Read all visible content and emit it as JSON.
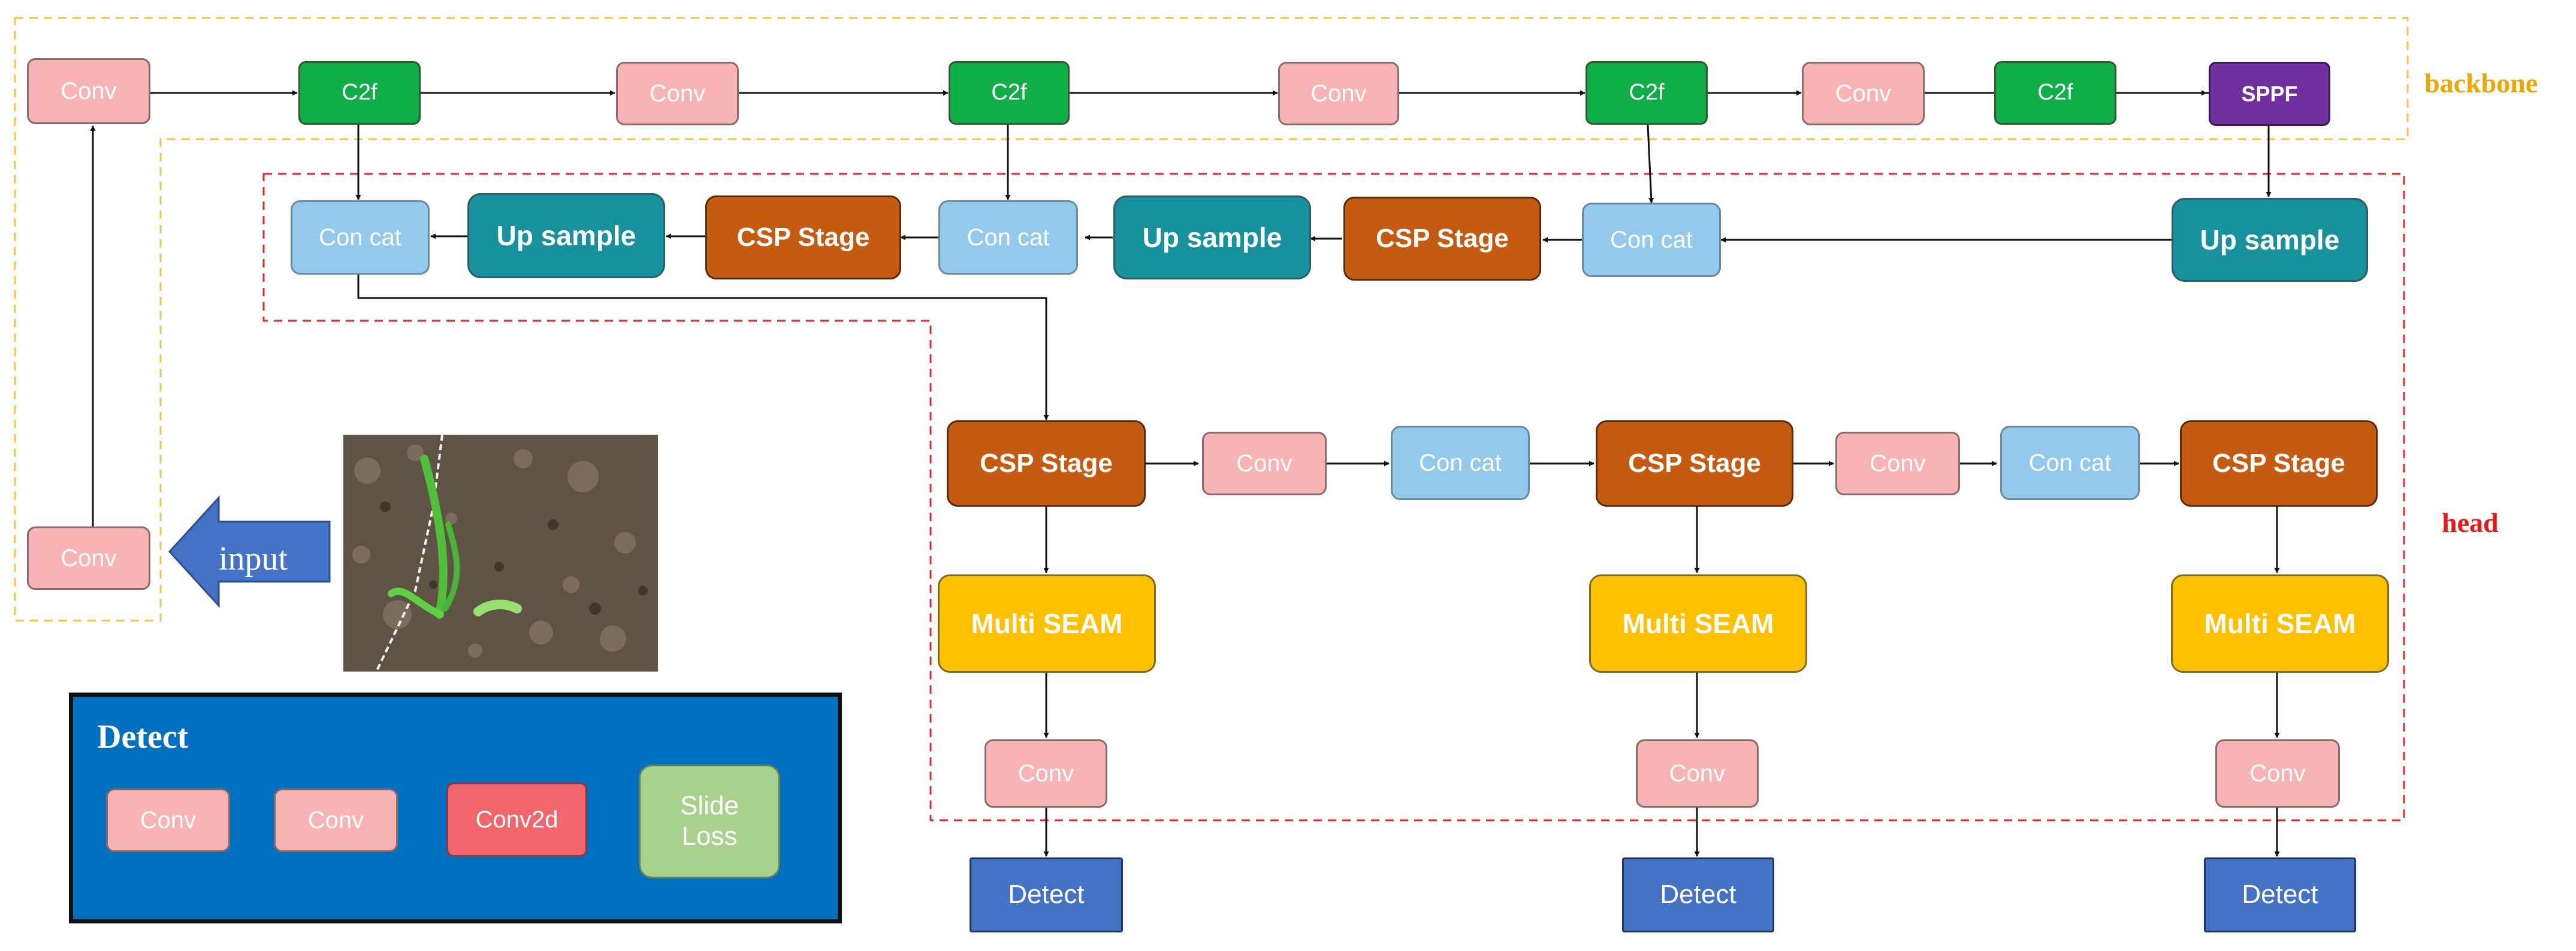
{
  "labels": {
    "backbone": "backbone",
    "head": "head",
    "input": "input",
    "detect_title": "Detect"
  },
  "colors": {
    "backbone_border": "#f6c443",
    "head_border": "#e8252b",
    "backbone_label": "#f0a500",
    "head_label": "#e81818"
  },
  "backbone": {
    "conv_a": "Conv",
    "c2f_a": "C2f",
    "conv_b": "Conv",
    "c2f_b": "C2f",
    "conv_c": "Conv",
    "c2f_c": "C2f",
    "conv_d": "Conv",
    "c2f_d": "C2f",
    "sppf": "SPPF",
    "conv_input": "Conv"
  },
  "neck": {
    "concat_1": "Con cat",
    "upsample_1": "Up sample",
    "csp_1": "CSP Stage",
    "concat_2": "Con cat",
    "upsample_2": "Up sample",
    "csp_2": "CSP Stage",
    "concat_3": "Con cat",
    "upsample_3": "Up sample"
  },
  "head": {
    "csp_a": "CSP Stage",
    "conv_ab": "Conv",
    "concat_ab": "Con cat",
    "csp_b": "CSP Stage",
    "conv_bc": "Conv",
    "concat_bc": "Con cat",
    "csp_c": "CSP Stage",
    "seam_a": "Multi SEAM",
    "seam_b": "Multi SEAM",
    "seam_c": "Multi SEAM",
    "conv_out_a": "Conv",
    "conv_out_b": "Conv",
    "conv_out_c": "Conv",
    "detect_a": "Detect",
    "detect_b": "Detect",
    "detect_c": "Detect"
  },
  "detect_module": {
    "conv_1": "Conv",
    "conv_2": "Conv",
    "conv2d": "Conv2d",
    "slide_loss": "Slide Loss"
  },
  "photo": {
    "description_icon": "corn-seedling-photo-icon"
  }
}
